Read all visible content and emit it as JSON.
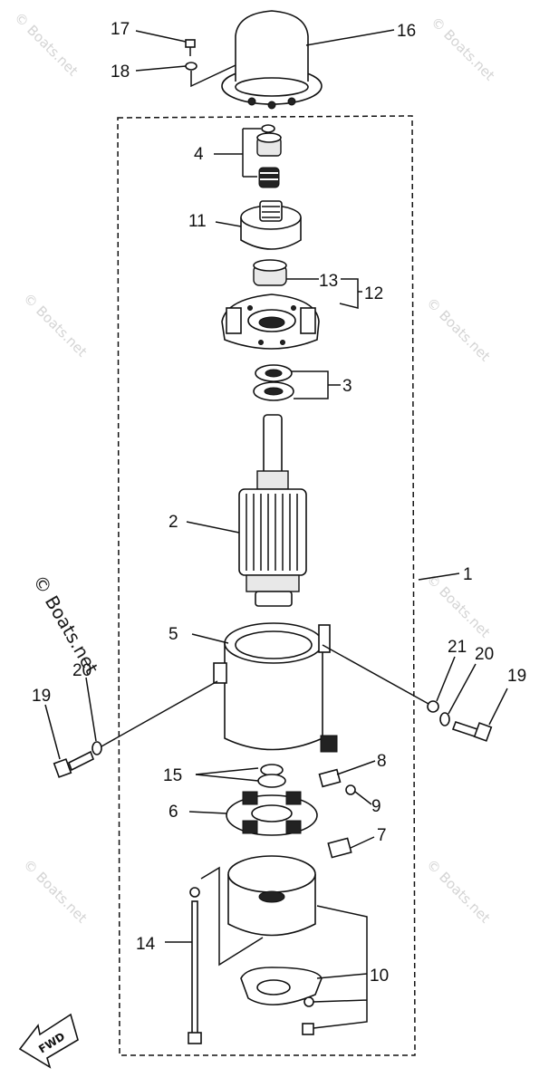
{
  "watermark": "© Boats.net",
  "callouts": {
    "c1": "1",
    "c2": "2",
    "c3": "3",
    "c4": "4",
    "c5": "5",
    "c6": "6",
    "c7": "7",
    "c8": "8",
    "c9": "9",
    "c10": "10",
    "c11": "11",
    "c12": "12",
    "c13": "13",
    "c14": "14",
    "c15": "15",
    "c16": "16",
    "c17": "17",
    "c18": "18",
    "c19": "19",
    "c20": "20",
    "c21": "21"
  },
  "fwd_label": "FWD"
}
